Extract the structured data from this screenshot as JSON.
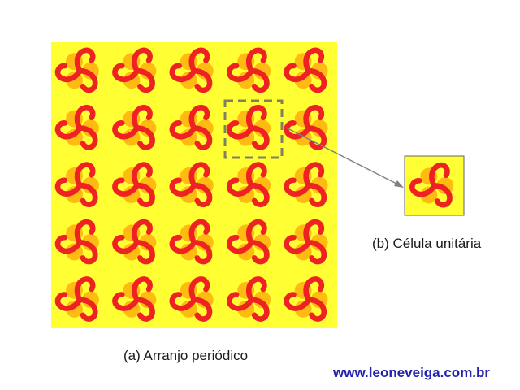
{
  "captions": {
    "periodic_arrangement": "(a) Arranjo periódico",
    "unit_cell": "(b) Célula unitária"
  },
  "website": "www.leoneveiga.com.br",
  "grid": {
    "rows": 5,
    "cols": 5,
    "highlighted_row": 1,
    "highlighted_col": 3
  },
  "colors": {
    "background_fill": "#ffff33",
    "motif_inner": "#ee2222",
    "motif_outer": "#ffbb11",
    "highlight_box": "#808060",
    "arrow": "#808080",
    "unit_cell_border": "#666666",
    "website_text": "#2222aa"
  },
  "icons": {
    "motif": "triskelion-icon",
    "arrow": "arrow-right-icon"
  }
}
